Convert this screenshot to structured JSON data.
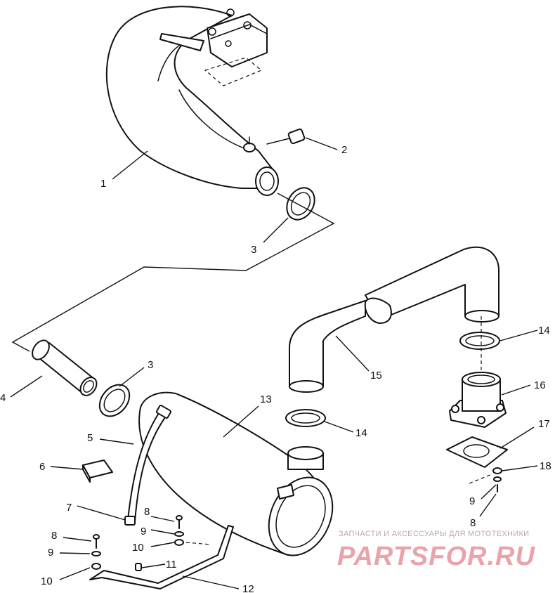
{
  "diagram": {
    "callouts": [
      {
        "id": "c1",
        "text": "1"
      },
      {
        "id": "c2",
        "text": "2"
      },
      {
        "id": "c3a",
        "text": "3"
      },
      {
        "id": "c3b",
        "text": "3"
      },
      {
        "id": "c4",
        "text": "4"
      },
      {
        "id": "c5",
        "text": "5"
      },
      {
        "id": "c6",
        "text": "6"
      },
      {
        "id": "c7",
        "text": "7"
      },
      {
        "id": "c8a",
        "text": "8"
      },
      {
        "id": "c8b",
        "text": "8"
      },
      {
        "id": "c8c",
        "text": "8"
      },
      {
        "id": "c9a",
        "text": "9"
      },
      {
        "id": "c9b",
        "text": "9"
      },
      {
        "id": "c9c",
        "text": "9"
      },
      {
        "id": "c10a",
        "text": "10"
      },
      {
        "id": "c10b",
        "text": "10"
      },
      {
        "id": "c11",
        "text": "11"
      },
      {
        "id": "c12",
        "text": "12"
      },
      {
        "id": "c13",
        "text": "13"
      },
      {
        "id": "c14a",
        "text": "14"
      },
      {
        "id": "c14b",
        "text": "14"
      },
      {
        "id": "c15",
        "text": "15"
      },
      {
        "id": "c16",
        "text": "16"
      },
      {
        "id": "c17",
        "text": "17"
      },
      {
        "id": "c18",
        "text": "18"
      }
    ]
  },
  "watermark": {
    "subtitle": "ЗАПЧАСТИ И АКСЕССУАРЫ ДЛЯ МОТОТЕХНИКИ",
    "brand": "PARTSFOR.RU",
    "color": "#e9a4ab"
  }
}
